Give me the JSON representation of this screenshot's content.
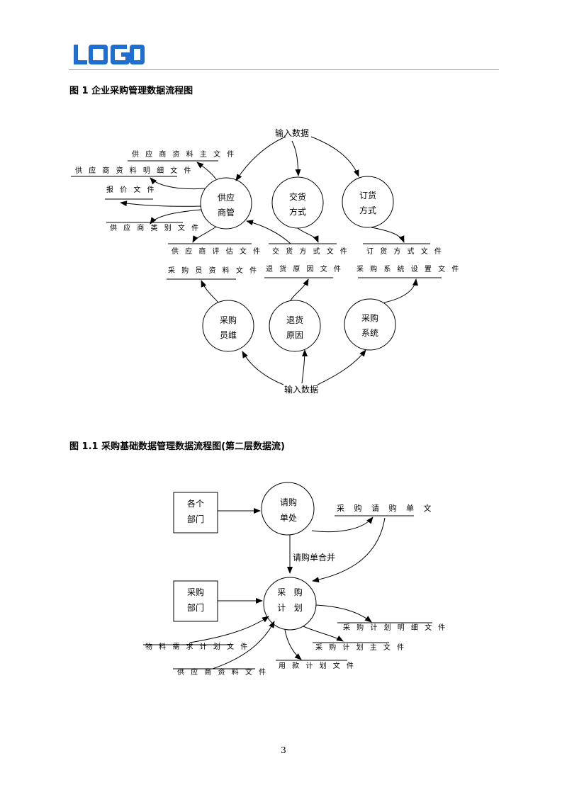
{
  "header": {
    "logo_text": "LOGO",
    "logo_color": "#1f6fd1"
  },
  "figure1": {
    "title": "图 1  企业采购管理数据流程图",
    "input_top": "输入数据",
    "input_bottom": "输入数据",
    "processes": {
      "supplier": [
        "供应",
        "商管"
      ],
      "delivery": [
        "交货",
        "方式"
      ],
      "order": [
        "订货",
        "方式"
      ],
      "buyer": [
        "采购",
        "员维"
      ],
      "return": [
        "退货",
        "原因"
      ],
      "system": [
        "采购",
        "系统"
      ]
    },
    "files": {
      "supplier_master": "供 应 商  资 料 主 文 件",
      "supplier_detail": "供 应 商  资 料 明 细 文 件",
      "quote": "报 价 文 件",
      "supplier_category": "供 应 商 类 别 文 件",
      "supplier_eval": "供 应 商 评 估 文 件",
      "delivery_method": "交 货 方 式 文 件",
      "order_method": "订 货 方 式 文 件",
      "buyer_data": "采 购 员 资 料 文 件",
      "return_reason": "退 货 原 因 文 件",
      "system_settings": "采 购  系 统 设 置 文 件"
    }
  },
  "figure2": {
    "title": "图 1.1  采购基础数据管理数据流程图(第二层数据流)",
    "entities": {
      "departments": [
        "各个",
        "部门"
      ],
      "purchasing_dept": [
        "采购",
        "部门"
      ]
    },
    "processes": {
      "requisition": [
        "请购",
        "单处"
      ],
      "plan": [
        "采   购",
        "计   划"
      ]
    },
    "merge_label": "请购单合并",
    "files": {
      "requisition_doc": "采 购 请 购 单 文",
      "plan_detail": "采 购 计 划 明 细 文 件",
      "plan_master": "采 购 计 划 主 文 件",
      "funds_plan": "用 款 计 划 文 件",
      "material_req": "物 料 需 求 计 划 文 件",
      "supplier_data": "供 应 商 资 料 文 件"
    }
  },
  "page_number": "3"
}
